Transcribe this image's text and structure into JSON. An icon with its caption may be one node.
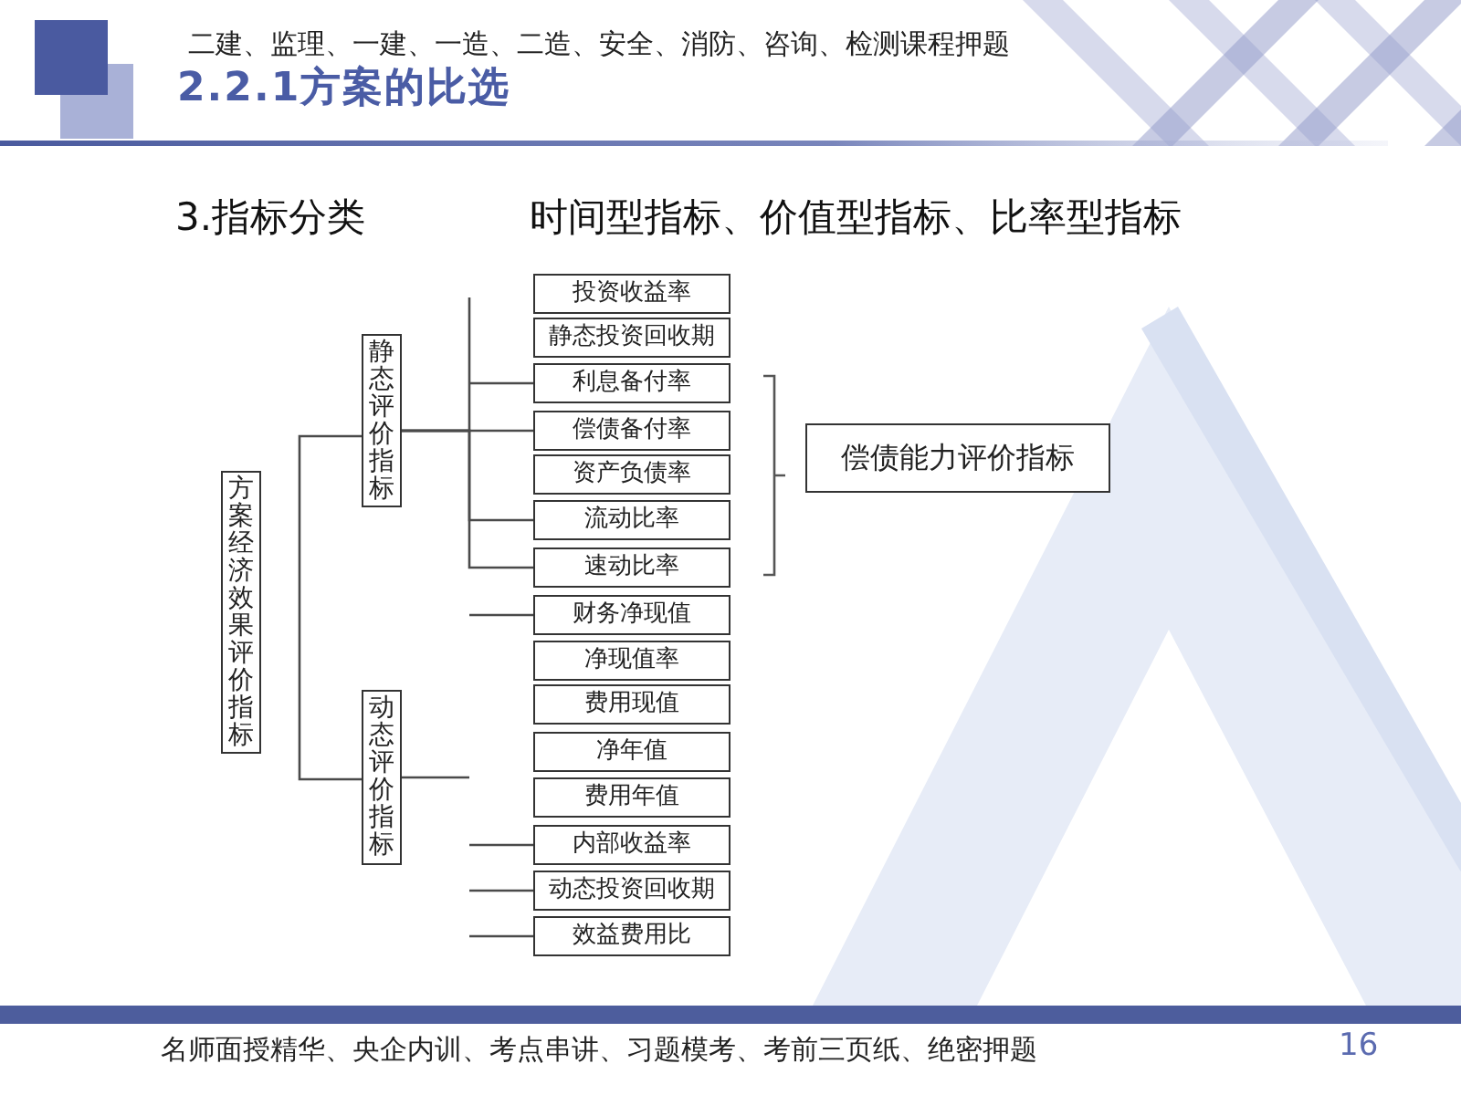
{
  "diagram": {
    "title": "2.2.1方案的比选",
    "nodes": [
      {
        "text": [
          "方案经济效果评价指标"
        ]
      },
      {
        "text": [
          "静态评价指标"
        ]
      },
      {
        "text": [
          "动态评价指标"
        ]
      },
      {
        "text": [
          "投资收益率"
        ]
      },
      {
        "text": [
          "静态投资回收期"
        ]
      },
      {
        "text": [
          "利息备付率"
        ]
      },
      {
        "text": [
          "偿债备付率"
        ]
      },
      {
        "text": [
          "资产负债率"
        ]
      },
      {
        "text": [
          "流动比率"
        ]
      },
      {
        "text": [
          "速动比率"
        ]
      },
      {
        "text": [
          "财务净现值"
        ]
      },
      {
        "text": [
          "净现值率"
        ]
      },
      {
        "text": [
          "费用现值"
        ]
      },
      {
        "text": [
          "净年值"
        ]
      },
      {
        "text": [
          "费用年值"
        ]
      },
      {
        "text": [
          "内部收益率"
        ]
      },
      {
        "text": [
          "动态投资回收期"
        ]
      },
      {
        "text": [
          "效益费用比"
        ]
      },
      {
        "text": [
          "偿债能力评价指标"
        ]
      }
    ],
    "edges": [
      {
        "from": 1,
        "to": 2,
        "arrow": "none"
      },
      {
        "from": 1,
        "to": 5,
        "arrow": "none"
      },
      {
        "from": 1,
        "to": 6,
        "arrow": "none"
      },
      {
        "from": 1,
        "to": 8,
        "arrow": "none"
      },
      {
        "from": 1,
        "to": 9,
        "arrow": "none"
      },
      {
        "from": 2,
        "to": null,
        "arrow": "none"
      },
      {
        "from": null,
        "to": 10,
        "arrow": "none"
      },
      {
        "from": null,
        "to": 15,
        "arrow": "none"
      },
      {
        "from": null,
        "to": 16,
        "arrow": "none"
      },
      {
        "from": null,
        "to": 17,
        "arrow": "none"
      }
    ],
    "labels": [
      "二建、监理、一建、一造、二造、安全、消防、咨询、检测课程押题",
      "3.指标分类",
      "时间型指标、价值型指标、比率型指标",
      "名师面授精华、央企内训、考点串讲、习题模考、考前三页纸、绝密押题",
      "16"
    ]
  }
}
